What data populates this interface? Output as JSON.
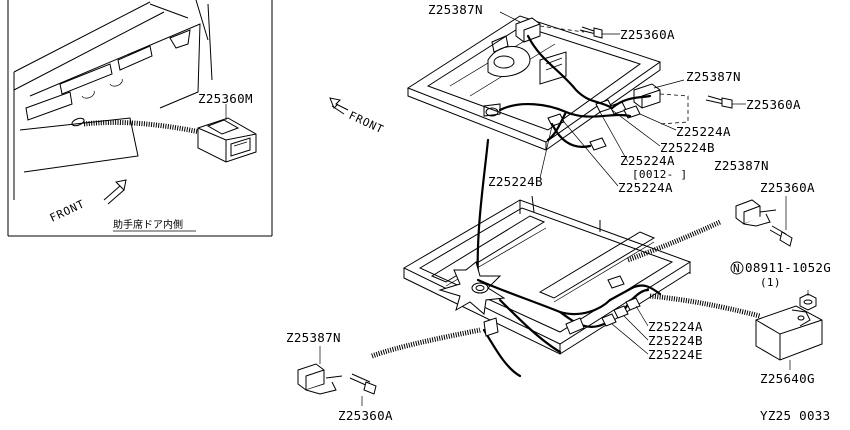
{
  "inset": {
    "part_label": "Z25360M",
    "front_label": "FRONT",
    "caption": "助手席ドア内側"
  },
  "main": {
    "front_label": "FRONT",
    "labels": {
      "z25387n_top": "Z25387N",
      "z25360a_top": "Z25360A",
      "z25387n_right": "Z25387N",
      "z25360a_right": "Z25360A",
      "z25224a_1": "Z25224A",
      "z25224b_1": "Z25224B",
      "z25224a_2": "Z25224A",
      "date_note": "[0012-   ]",
      "z25224b_left": "Z25224B",
      "z25224a_3": "Z25224A",
      "z25387n_mid": "Z25387N",
      "z25360a_mid": "Z25360A",
      "nut_part": "08911-1052G",
      "nut_prefix": "N",
      "nut_qty": "(1)",
      "z25224a_low": "Z25224A",
      "z25224b_low": "Z25224B",
      "z25224e_low": "Z25224E",
      "z25640g": "Z25640G",
      "z25387n_bl": "Z25387N",
      "z25360a_bl": "Z25360A"
    },
    "diagram_code": "YZ25 0033"
  }
}
